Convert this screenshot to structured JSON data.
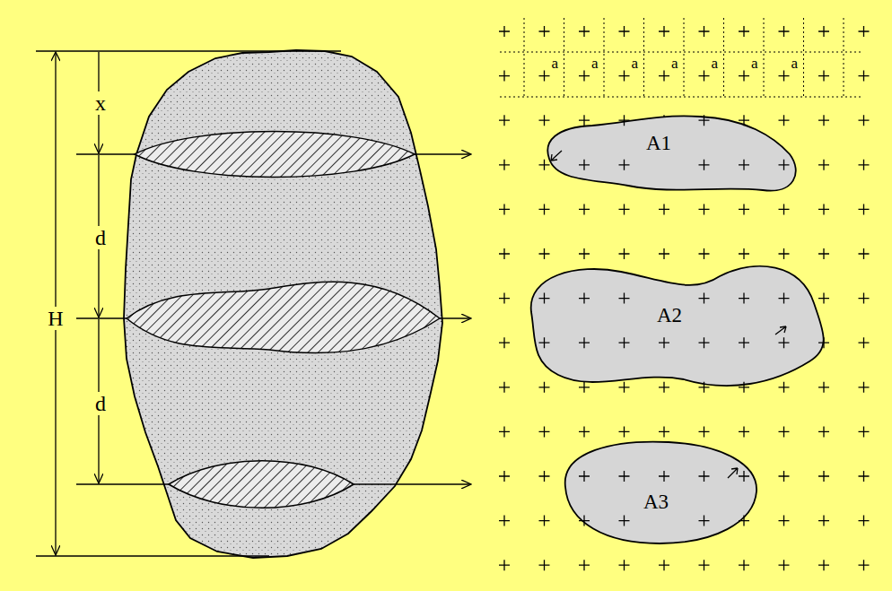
{
  "diagram": {
    "nodes": [
      {
        "text": [
          "A1"
        ]
      },
      {
        "text": [
          "A2"
        ]
      },
      {
        "text": [
          "A3"
        ]
      }
    ],
    "labels": [
      "x",
      "d",
      "H",
      "d",
      "a",
      "a",
      "a",
      "a",
      "a",
      "a",
      "a"
    ]
  }
}
